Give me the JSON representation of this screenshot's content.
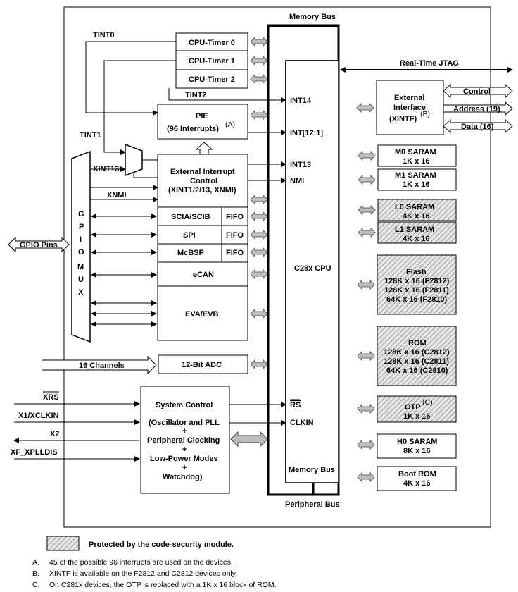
{
  "buses": {
    "memory_bus_top": "Memory Bus",
    "memory_bus_bottom": "Memory Bus",
    "peripheral_bus": "Peripheral Bus"
  },
  "jtag": "Real-Time JTAG",
  "timers": [
    "CPU-Timer 0",
    "CPU-Timer 1",
    "CPU-Timer 2"
  ],
  "timer_signals": {
    "tint0": "TINT0",
    "tint1": "TINT1",
    "tint2": "TINT2"
  },
  "pie": {
    "title": "PIE",
    "subtitle": "(96 Interrupts)",
    "note": "(A)"
  },
  "cpu": {
    "label": "C28x CPU",
    "int14": "INT14",
    "int12_1": "INT[12:1]",
    "int13": "INT13",
    "nmi": "NMI",
    "rs": "RS",
    "clkin": "CLKIN"
  },
  "xint": {
    "line1": "External Interrupt",
    "line2": "Control",
    "line3": "(XINT1/2/13, XNMI)",
    "xint13": "XINT13",
    "xnmi": "XNMI"
  },
  "gpio": {
    "letters": [
      "G",
      "P",
      "I",
      "O",
      "",
      "M",
      "U",
      "X"
    ],
    "pins": "GPIO Pins"
  },
  "peripherals": {
    "scia": "SCIA/SCIB",
    "spi": "SPI",
    "mcbsp": "McBSP",
    "fifo": "FIFO",
    "ecan": "eCAN",
    "eva": "EVA/EVB"
  },
  "adc": {
    "label": "12-Bit ADC",
    "channels": "16 Channels"
  },
  "syscontrol": {
    "title": "System Control",
    "line1": "(Oscillator and PLL",
    "plus": "+",
    "line2": "Peripheral Clocking",
    "line3": "Low-Power Modes",
    "line4": "Watchdog)"
  },
  "sys_signals": {
    "xrs": "XRS",
    "x1": "X1/XCLKIN",
    "x2": "X2",
    "xf": "XF_XPLLDIS"
  },
  "xintf": {
    "line1": "External",
    "line2": "Interface",
    "line3": "(XINTF)",
    "note": "(B)",
    "control": "Control",
    "address": "Address (19)",
    "data": "Data (16)"
  },
  "memory": {
    "m0": [
      "M0 SARAM",
      "1K x 16"
    ],
    "m1": [
      "M1 SARAM",
      "1K x 16"
    ],
    "l0": [
      "L0 SARAM",
      "4K x 16"
    ],
    "l1": [
      "L1 SARAM",
      "4K x 16"
    ],
    "flash": [
      "Flash",
      "128K x 16 (F2812)",
      "128K x 16 (F2811)",
      "64K x 16 (F2810)"
    ],
    "rom": [
      "ROM",
      "128K x 16 (C2812)",
      "128K x 16 (C2811)",
      "64K x 16 (C2810)"
    ],
    "otp": [
      "OTP",
      "1K x 16"
    ],
    "otp_note": "(C)",
    "h0": [
      "H0 SARAM",
      "8K x 16"
    ],
    "boot": [
      "Boot ROM",
      "4K x 16"
    ]
  },
  "legend": "Protected by the code-security module.",
  "notes": [
    {
      "label": "A.",
      "text": "45 of the possible 96 interrupts are used on the devices."
    },
    {
      "label": "B.",
      "text": "XINTF is available on the F2812 and C2812 devices only."
    },
    {
      "label": "C.",
      "text": "On C281x devices, the OTP is replaced with a 1K x 16 block of ROM."
    }
  ]
}
